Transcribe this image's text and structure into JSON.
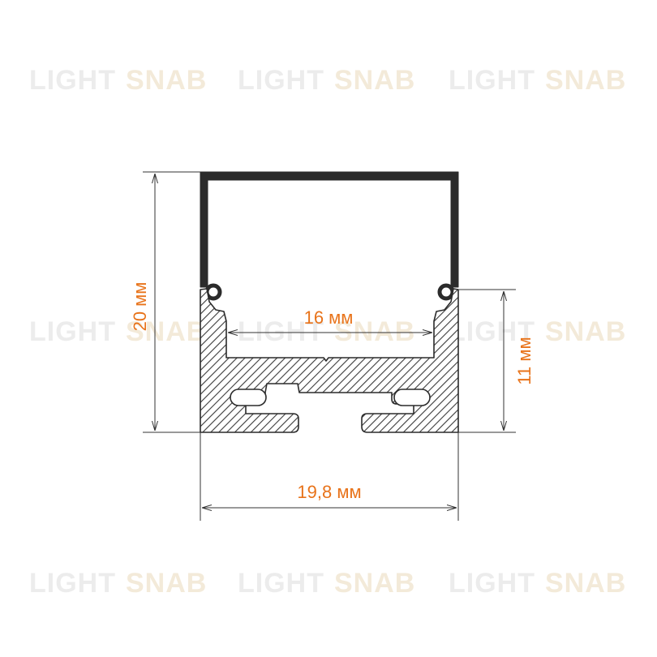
{
  "watermark": {
    "word_a": "LIGHT",
    "word_b": "SNAB",
    "color_a": "#ececec",
    "color_b": "#f3ead9"
  },
  "dimensions": {
    "width_total": "19,8 мм",
    "height_total": "20 мм",
    "height_base": "11 мм",
    "inner_width": "16 мм"
  },
  "colors": {
    "label": "#e8731a",
    "outline": "#2b2b2b",
    "dimension_line": "#333333",
    "hatch_bg": "#ffffff"
  }
}
